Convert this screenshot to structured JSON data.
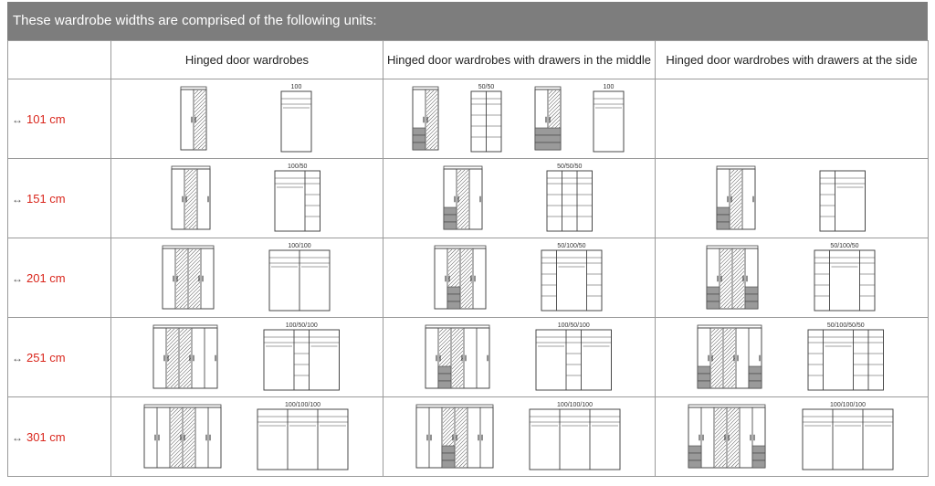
{
  "header": {
    "title": "These wardrobe widths are comprised of the following units:"
  },
  "columns": [
    "",
    "Hinged door wardrobes",
    "Hinged door wardrobes with drawers in the middle",
    "Hinged door wardrobes with drawers at the side"
  ],
  "rows": [
    {
      "label": "101 cm",
      "cells": [
        {
          "figures": [
            {
              "kind": "closed",
              "doors": 2,
              "drawers": "none",
              "caption": ""
            },
            {
              "kind": "open",
              "units": [
                100
              ],
              "caption": "100"
            }
          ]
        },
        {
          "figures": [
            {
              "kind": "closed",
              "doors": 2,
              "drawers": "left",
              "caption": ""
            },
            {
              "kind": "open",
              "units": [
                50,
                50
              ],
              "caption": "50/50"
            },
            {
              "kind": "closed",
              "doors": 2,
              "drawers": "bottom",
              "caption": ""
            },
            {
              "kind": "open",
              "units": [
                100
              ],
              "caption": "100"
            }
          ]
        },
        {
          "figures": []
        }
      ]
    },
    {
      "label": "151 cm",
      "cells": [
        {
          "figures": [
            {
              "kind": "closed",
              "doors": 3,
              "drawers": "none",
              "caption": ""
            },
            {
              "kind": "open",
              "units": [
                100,
                50
              ],
              "caption": "100/50"
            }
          ]
        },
        {
          "figures": [
            {
              "kind": "closed",
              "doors": 3,
              "drawers": "left",
              "caption": ""
            },
            {
              "kind": "open",
              "units": [
                50,
                50,
                50
              ],
              "caption": "50/50/50"
            }
          ]
        },
        {
          "figures": [
            {
              "kind": "closed",
              "doors": 3,
              "drawers": "left",
              "caption": ""
            },
            {
              "kind": "open",
              "units": [
                50,
                100
              ],
              "caption": ""
            }
          ]
        }
      ]
    },
    {
      "label": "201 cm",
      "cells": [
        {
          "figures": [
            {
              "kind": "closed",
              "doors": 4,
              "drawers": "none",
              "caption": ""
            },
            {
              "kind": "open",
              "units": [
                100,
                100
              ],
              "caption": "100/100"
            }
          ]
        },
        {
          "figures": [
            {
              "kind": "closed",
              "doors": 4,
              "drawers": "middle",
              "caption": ""
            },
            {
              "kind": "open",
              "units": [
                50,
                100,
                50
              ],
              "caption": "50/100/50"
            }
          ]
        },
        {
          "figures": [
            {
              "kind": "closed",
              "doors": 4,
              "drawers": "sides",
              "caption": ""
            },
            {
              "kind": "open",
              "units": [
                50,
                100,
                50
              ],
              "caption": "50/100/50"
            }
          ]
        }
      ]
    },
    {
      "label": "251 cm",
      "cells": [
        {
          "figures": [
            {
              "kind": "closed",
              "doors": 5,
              "drawers": "none",
              "caption": ""
            },
            {
              "kind": "open",
              "units": [
                100,
                50,
                100
              ],
              "caption": "100/50/100"
            }
          ]
        },
        {
          "figures": [
            {
              "kind": "closed",
              "doors": 5,
              "drawers": "middle",
              "caption": ""
            },
            {
              "kind": "open",
              "units": [
                100,
                50,
                100
              ],
              "caption": "100/50/100"
            }
          ]
        },
        {
          "figures": [
            {
              "kind": "closed",
              "doors": 5,
              "drawers": "sides",
              "caption": ""
            },
            {
              "kind": "open",
              "units": [
                50,
                100,
                50,
                50
              ],
              "caption": "50/100/50/50"
            }
          ]
        }
      ]
    },
    {
      "label": "301 cm",
      "cells": [
        {
          "figures": [
            {
              "kind": "closed",
              "doors": 6,
              "drawers": "none",
              "caption": ""
            },
            {
              "kind": "open",
              "units": [
                100,
                100,
                100
              ],
              "caption": "100/100/100"
            }
          ]
        },
        {
          "figures": [
            {
              "kind": "closed",
              "doors": 6,
              "drawers": "middle",
              "caption": ""
            },
            {
              "kind": "open",
              "units": [
                100,
                100,
                100
              ],
              "caption": "100/100/100"
            }
          ]
        },
        {
          "figures": [
            {
              "kind": "closed",
              "doors": 6,
              "drawers": "sides",
              "caption": ""
            },
            {
              "kind": "open",
              "units": [
                100,
                100,
                100
              ],
              "caption": "100/100/100"
            }
          ]
        }
      ]
    }
  ]
}
